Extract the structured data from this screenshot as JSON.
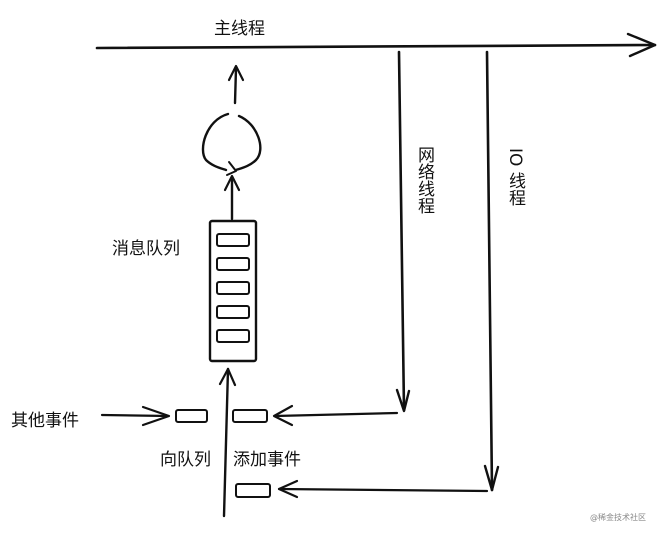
{
  "labels": {
    "main_thread": "主线程",
    "network_thread": "网络线程",
    "io_thread": "IO 线程",
    "message_queue": "消息队列",
    "other_events": "其他事件",
    "to_queue": "向队列",
    "add_events": "添加事件"
  },
  "queue_slots": 5,
  "watermark": "@稀金技术社区",
  "colors": {
    "stroke": "#111111",
    "text": "#111111",
    "background": "#ffffff"
  }
}
